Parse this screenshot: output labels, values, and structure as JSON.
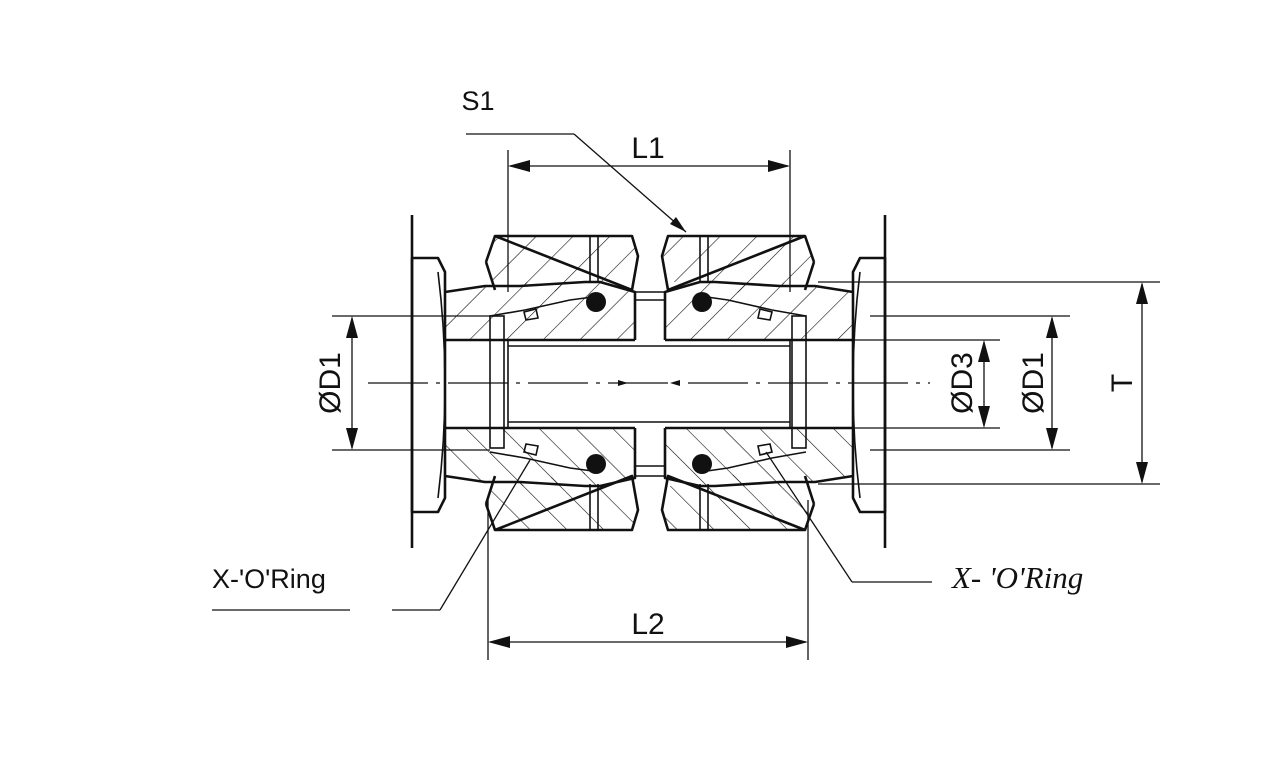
{
  "labels": {
    "s1": "S1",
    "l1": "L1",
    "l2": "L2",
    "d1_left": "ØD1",
    "d3": "ØD3",
    "d1_right": "ØD1",
    "t": "T",
    "oring_left": "X-'O'Ring",
    "oring_right": "X- 'O'Ring"
  },
  "colors": {
    "line": "#111111",
    "background": "#ffffff"
  }
}
